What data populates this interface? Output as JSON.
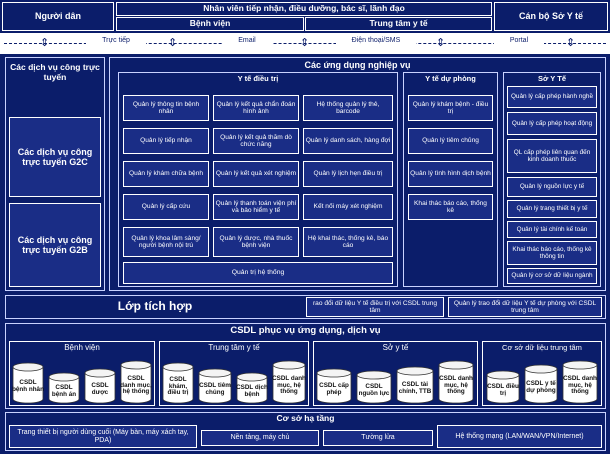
{
  "top": {
    "left_actor": "Người dân",
    "center_top": "Nhân viên tiếp nhận, điều dưỡng, bác sĩ, lãnh đạo",
    "center_left": "Bệnh viện",
    "center_right": "Trung tâm y tế",
    "right_actor": "Cán bộ Sở Y tế"
  },
  "channels": [
    "Trực tiếp",
    "Email",
    "Điện thoại/SMS",
    "Portal"
  ],
  "online": {
    "title": "Các dịch vụ công trực tuyến",
    "g2c": "Các dịch vụ công trực tuyến G2C",
    "g2b": "Các dịch vụ công trực tuyến G2B"
  },
  "apps": {
    "title": "Các ứng dụng nghiệp vụ",
    "yte_dieutri": {
      "title": "Y tế điều trị",
      "col1": [
        "Quản lý thông tin bệnh nhân",
        "Quản lý tiếp nhận",
        "Quản lý khám chữa bệnh",
        "Quản lý cấp cứu",
        "Quản lý khoa lâm sàng/ người bệnh nội trú"
      ],
      "col2": [
        "Quản lý kết quả chẩn đoán hình ảnh",
        "Quản lý kết quả thăm dò chức năng",
        "Quản lý kết quả xét nghiệm",
        "Quản lý thanh toán viện phí và bảo hiểm y tế",
        "Quản lý dược, nhà thuốc bệnh viện"
      ],
      "col3": [
        "Hệ thống quản lý thẻ, barcode",
        "Quản lý danh sách, hàng đợi",
        "Quản lý lịch hẹn điều trị",
        "Kết nối máy xét nghiệm",
        "Hệ khai thác, thống kê, báo cáo"
      ],
      "admin": "Quản trị hệ thống"
    },
    "yte_duphong": {
      "title": "Y tế dự phòng",
      "items": [
        "Quản lý khám bệnh - điều trị",
        "Quản lý tiêm chủng",
        "Quản lý tình hình dịch bệnh",
        "Khai thác báo cáo, thống kê"
      ]
    },
    "so_yte": {
      "title": "Sở Y Tế",
      "items": [
        "Quản lý cấp phép hành nghề",
        "Quản lý cấp phép hoạt động",
        "QL cấp phép liên quan đến kinh doanh thuốc",
        "Quản lý nguồn lực y tế",
        "Quản lý trang thiết bị y tế",
        "Quản lý tài chính kế toán",
        "Khai thác báo cáo, thống kê thông tin",
        "Quản lý cơ sở dữ liệu ngành"
      ]
    }
  },
  "integration": {
    "title": "Lớp tích hợp",
    "exchange1": "rao đổi dữ liệu Y tế điều trị với CSDL trung tâm",
    "exchange2": "Quản lý trao đổi dữ liệu Y tế dự phòng với CSDL trung tâm"
  },
  "csdl": {
    "title": "CSDL phục vụ ứng dụng, dịch vụ",
    "groups": [
      {
        "title": "Bệnh viện",
        "dbs": [
          "CSDL bệnh nhân",
          "CSDL bệnh án",
          "CSDL dược",
          "CSDL danh mục, hệ thống"
        ]
      },
      {
        "title": "Trung tâm y tế",
        "dbs": [
          "CSDL khám, điều trị",
          "CSDL tiêm chủng",
          "CSDL dịch bệnh",
          "CSDL danh mục, hệ thống"
        ]
      },
      {
        "title": "Sở y tế",
        "dbs": [
          "CSDL cấp phép",
          "CSDL nguồn lực",
          "CSDL tài chính, TTB",
          "CSDL danh mục, hệ thống"
        ]
      },
      {
        "title": "Cơ sở dữ liệu trung tâm",
        "dbs": [
          "CSDL điều trị",
          "CSDL y tế dự phòng",
          "CSDL danh mục, hệ thống"
        ]
      }
    ]
  },
  "infra": {
    "title": "Cơ sở hạ tầng",
    "items": [
      "Trang thiết bị người dùng cuối (Máy bàn, máy xách tay, PDA)",
      "Nền tảng, máy chủ",
      "Tường lửa",
      "Hệ thống mạng (LAN/WAN/VPN/Internet)"
    ]
  },
  "colors": {
    "navy": "#0b1d6a",
    "line": "#ffffff",
    "db_fill": "#ffffff"
  }
}
